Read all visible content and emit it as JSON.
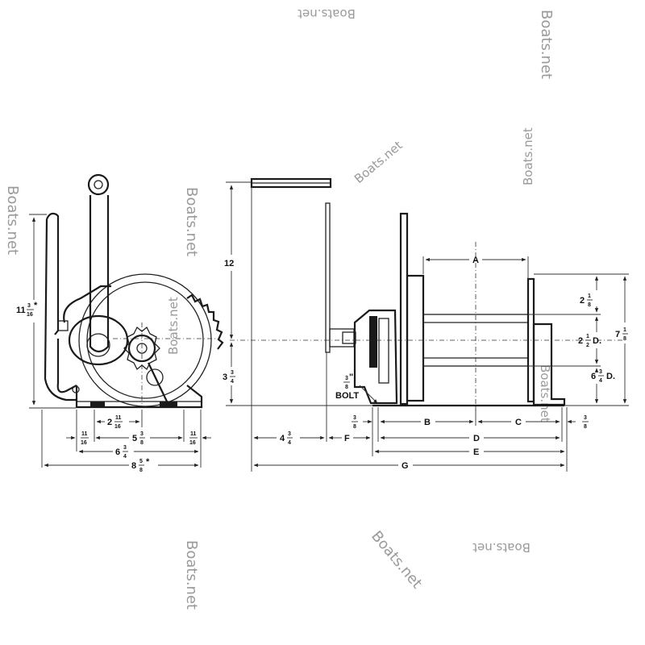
{
  "watermark": "Boats.net",
  "left_view": {
    "height_label": "11",
    "height_frac": [
      "3",
      "16"
    ],
    "height_star": "*",
    "w_2_whole": "2",
    "w_2_frac": [
      "11",
      "16"
    ],
    "w_11_16_left": [
      "11",
      "16"
    ],
    "w_11_16_right": [
      "11",
      "16"
    ],
    "w_5_whole": "5",
    "w_5_frac": [
      "3",
      "8"
    ],
    "w_6_whole": "6",
    "w_6_frac": [
      "3",
      "4"
    ],
    "w_8_whole": "8",
    "w_8_frac": [
      "5",
      "8"
    ],
    "w_8_star": "*"
  },
  "right_view": {
    "h12": "12",
    "h3_whole": "3",
    "h3_frac": [
      "3",
      "4"
    ],
    "bolt_frac": [
      "3",
      "8"
    ],
    "bolt_mark": "\"",
    "bolt_label": "BOLT",
    "a": "A",
    "b": "B",
    "c": "C",
    "d": "D",
    "e": "E",
    "f": "F",
    "g": "G",
    "w4_whole": "4",
    "w4_frac": [
      "3",
      "4"
    ],
    "gap_left_frac": [
      "3",
      "8"
    ],
    "gap_right_frac": [
      "3",
      "8"
    ],
    "r2_whole": "2",
    "r2_frac": [
      "1",
      "8"
    ],
    "r2half_whole": "2",
    "r2half_frac": [
      "1",
      "2"
    ],
    "r2half_suffix": "D.",
    "r6_whole": "6",
    "r6_frac": [
      "3",
      "4"
    ],
    "r6_suffix": "D.",
    "r7_whole": "7",
    "r7_frac": [
      "1",
      "8"
    ]
  }
}
